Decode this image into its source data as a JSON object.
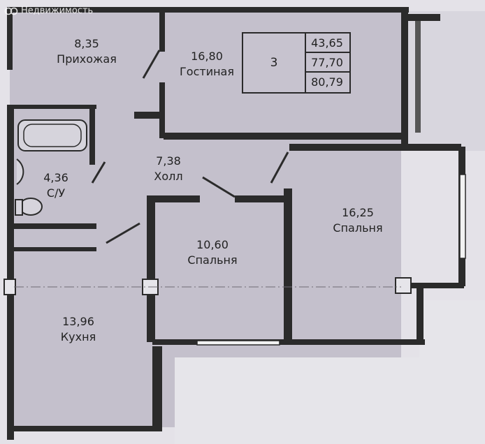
{
  "watermark": "Недвижимость",
  "rooms": [
    {
      "id": "hall-entry",
      "area": "8,35",
      "name": "Прихожая"
    },
    {
      "id": "living",
      "area": "16,80",
      "name": "Гостиная"
    },
    {
      "id": "bathroom",
      "area": "4,36",
      "name": "С/У"
    },
    {
      "id": "corridor",
      "area": "7,38",
      "name": "Холл"
    },
    {
      "id": "bedroom-large",
      "area": "16,25",
      "name": "Спальня"
    },
    {
      "id": "bedroom-small",
      "area": "10,60",
      "name": "Спальня"
    },
    {
      "id": "kitchen",
      "area": "13,96",
      "name": "Кухня"
    }
  ],
  "summary": {
    "room_count": "3",
    "values": [
      "43,65",
      "77,70",
      "80,79"
    ]
  },
  "colors": {
    "floor": "#c4c0cc",
    "wall": "#2b2b2b",
    "background": "#e4e2e8"
  }
}
